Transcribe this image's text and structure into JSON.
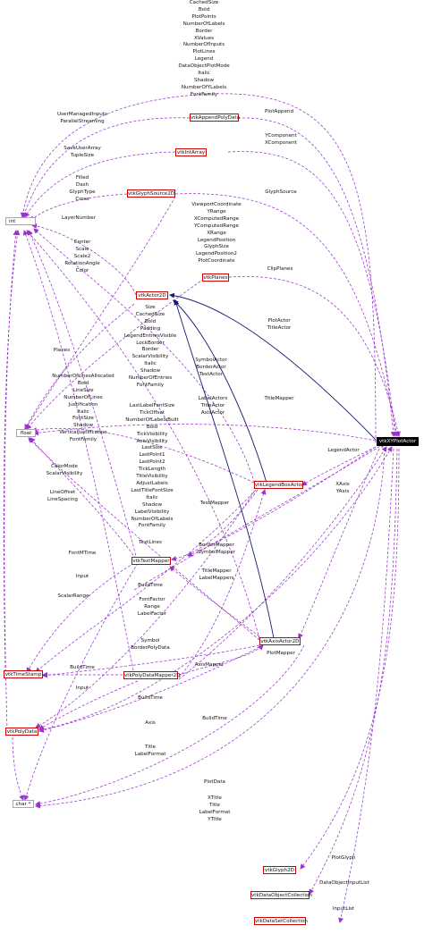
{
  "nodes": {
    "int": "int",
    "float": "float",
    "char": "char *",
    "vtkXYPlotActor": "vtkXYPlotActor",
    "vtkAppendPolyData": "vtkAppendPolyData",
    "vtkIntArray": "vtkIntArray",
    "vtkGlyphSource2D": "vtkGlyphSource2D",
    "vtkPlanes": "vtkPlanes",
    "vtkActor2D": "vtkActor2D",
    "vtkLegendBoxActor": "vtkLegendBoxActor",
    "vtkTextMapper": "vtkTextMapper",
    "vtkAxisActor2D": "vtkAxisActor2D",
    "vtkTimeStamp": "vtkTimeStamp",
    "vtkPolyDataMapper2D": "vtkPolyDataMapper2D",
    "vtkPolyData": "vtkPolyData",
    "vtkGlyph2D": "vtkGlyph2D",
    "vtkDataObjectCollection": "vtkDataObjectCollection",
    "vtkDataSetCollection": "vtkDataSetCollection"
  },
  "labels": {
    "top_int": [
      "CachedSize",
      "Bold",
      "PlotPoints",
      "NumberOfLabels",
      "Border",
      "XValues",
      "NumberOfInputs",
      "PlotLines",
      "Legend",
      "DataObjectPlotMode",
      "Italic",
      "Shadow",
      "NumberOfYLabels",
      "FontFamily"
    ],
    "plot_append": [
      "PlotAppend"
    ],
    "append_int": [
      "UserManagedInputs",
      "ParallelStreaming"
    ],
    "ycomp": [
      "YComponent",
      "XComponent"
    ],
    "intarray_int": [
      "SaveUserArray",
      "TupleSize"
    ],
    "glyph_int": [
      "Filled",
      "Dash",
      "GlyphType",
      "Cross"
    ],
    "glyph_source": [
      "GlyphSource"
    ],
    "viewport_float": [
      "ViewportCoordinate",
      "YRange",
      "XComputedRange",
      "YComputedRange",
      "XRange",
      "LegendPosition",
      "GlyphSize",
      "LegendPosition2",
      "PlotCoordinate"
    ],
    "layer_number": [
      "LayerNumber"
    ],
    "center": [
      "Center",
      "Scale",
      "Scale2",
      "RotationAngle",
      "Color"
    ],
    "clip_planes": [
      "ClipPlanes"
    ],
    "legend_int": [
      "Size",
      "CachedSize",
      "Bold",
      "Padding",
      "LegendEntriesVisible",
      "LockBorder",
      "Border",
      "ScalarVisibility",
      "Italic",
      "Shadow",
      "NumberOfEntries",
      "FontFamily"
    ],
    "plot_actor": [
      "PlotActor",
      "TitleActor"
    ],
    "planes": [
      "Planes"
    ],
    "symbol_actor": [
      "SymbolActor",
      "BorderActor",
      "TextActor"
    ],
    "textmapper_int": [
      "NumberOfLinesAllocated",
      "Bold",
      "LineSize",
      "NumberOfLines",
      "Justification",
      "Italic",
      "FontSize",
      "Shadow",
      "VerticalJustification",
      "FontFamily"
    ],
    "label_actors": [
      "LabelActors",
      "TitleActor",
      "AxisActor"
    ],
    "title_mapper": [
      "TitleMapper"
    ],
    "axis_int": [
      "LastLabelFontSize",
      "TickOffset",
      "NumberOfLabelsBuilt",
      "Bold",
      "TickVisibility",
      "AxisVisibility",
      "LastSize",
      "LastPoint1",
      "LastPoint2",
      "TickLength",
      "TitleVisibility",
      "AdjustLabels",
      "LastTitleFontSize",
      "Italic",
      "Shadow",
      "LabelVisibility",
      "NumberOfLabels",
      "FontFamily"
    ],
    "legend_actor": [
      "LegendActor"
    ],
    "xaxis": [
      "XAxis",
      "YAxis"
    ],
    "color_mode": [
      "ColorMode",
      "ScalarVisibility"
    ],
    "line_offset": [
      "LineOffset",
      "LineSpacing"
    ],
    "text_mapper": [
      "TextMapper"
    ],
    "text_lines": [
      "TextLines"
    ],
    "font_mtime": [
      "FontMTime"
    ],
    "border_mapper": [
      "BorderMapper",
      "SymbolMapper"
    ],
    "input1": [
      "Input"
    ],
    "title_mapper2": [
      "TitleMapper",
      "LabelMappers"
    ],
    "build_time1": [
      "BuildTime"
    ],
    "scalar_range": [
      "ScalarRange"
    ],
    "font_factor": [
      "FontFactor",
      "Range",
      "LabelFactor"
    ],
    "symbol": [
      "Symbol",
      "BorderPolyData"
    ],
    "plot_mapper": [
      "PlotMapper"
    ],
    "build_time2": [
      "BuildTime"
    ],
    "axis_mapper": [
      "AxisMapper"
    ],
    "input2": [
      "Input"
    ],
    "build_time3": [
      "BuildTime"
    ],
    "build_time4": [
      "BuildTime"
    ],
    "axis": [
      "Axis"
    ],
    "title_labelformat": [
      "Title",
      "LabelFormat"
    ],
    "plot_data": [
      "PlotData"
    ],
    "xtitle": [
      "XTitle",
      "Title",
      "LabelFormat",
      "YTitle"
    ],
    "plot_glyph": [
      "PlotGlyph"
    ],
    "data_object_input": [
      "DataObjectInputList"
    ],
    "input_list": [
      "InputList"
    ]
  },
  "colors": {
    "edge_purple": "#9a32cd",
    "edge_blue": "#191970",
    "node_border": "#cc0000",
    "builtin_border": "#a8a8a8",
    "main_fill": "#000000"
  }
}
